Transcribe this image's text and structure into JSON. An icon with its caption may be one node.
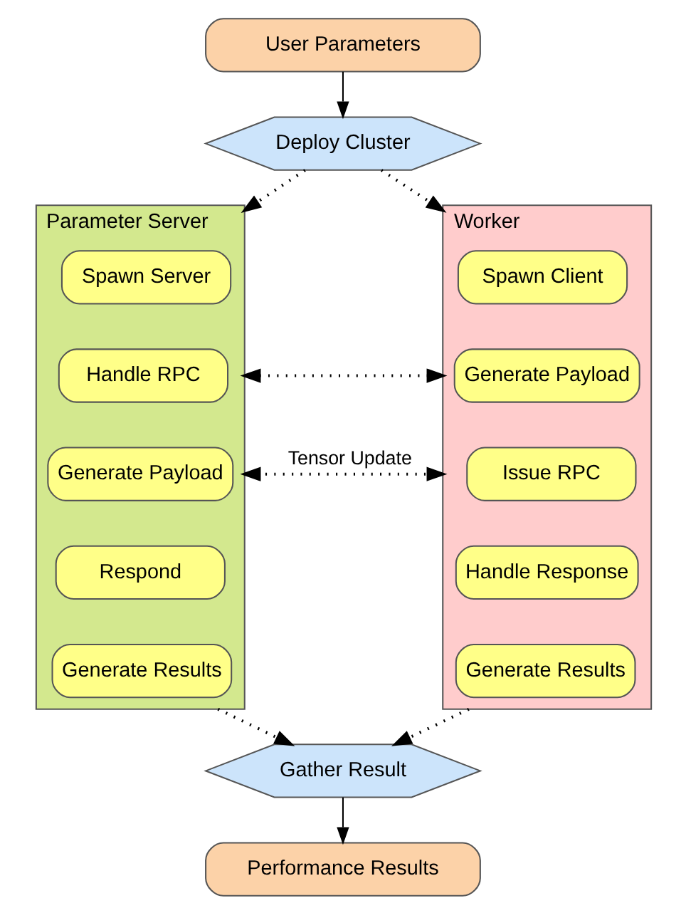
{
  "diagram": {
    "nodes": [
      {
        "text": [
          "User Parameters"
        ]
      },
      {
        "text": [
          "Deploy Cluster"
        ]
      },
      {
        "text": [
          "Parameter Server"
        ]
      },
      {
        "text": [
          "Spawn Server"
        ],
        "in": 2
      },
      {
        "text": [
          "Handle RPC"
        ],
        "in": 2
      },
      {
        "text": [
          "Generate Payload"
        ],
        "in": 2
      },
      {
        "text": [
          "Respond"
        ],
        "in": 2
      },
      {
        "text": [
          "Generate Results"
        ],
        "in": 2
      },
      {
        "text": [
          "Worker"
        ]
      },
      {
        "text": [
          "Spawn Client"
        ],
        "in": 8
      },
      {
        "text": [
          "Generate Payload"
        ],
        "in": 8
      },
      {
        "text": [
          "Issue RPC"
        ],
        "in": 8
      },
      {
        "text": [
          "Handle Response"
        ],
        "in": 8
      },
      {
        "text": [
          "Generate Results"
        ],
        "in": 8
      },
      {
        "text": [
          "Gather Result"
        ]
      },
      {
        "text": [
          "Performance Results"
        ]
      }
    ],
    "edges": [
      {
        "from": 0,
        "to": 1,
        "arrow": "to"
      },
      {
        "from": 1,
        "to": 2,
        "arrow": "to",
        "style": "dashed"
      },
      {
        "from": 1,
        "to": 8,
        "arrow": "to",
        "style": "dashed"
      },
      {
        "from": 2,
        "to": 8,
        "arrow": "both",
        "style": "dashed"
      },
      {
        "from": 2,
        "to": 8,
        "arrow": "both",
        "style": "dashed",
        "label": "Tensor Update"
      },
      {
        "from": 2,
        "to": 14,
        "arrow": "to",
        "style": "dashed"
      },
      {
        "from": 8,
        "to": 14,
        "arrow": "to",
        "style": "dashed"
      },
      {
        "from": 14,
        "to": 15,
        "arrow": "to"
      }
    ]
  }
}
